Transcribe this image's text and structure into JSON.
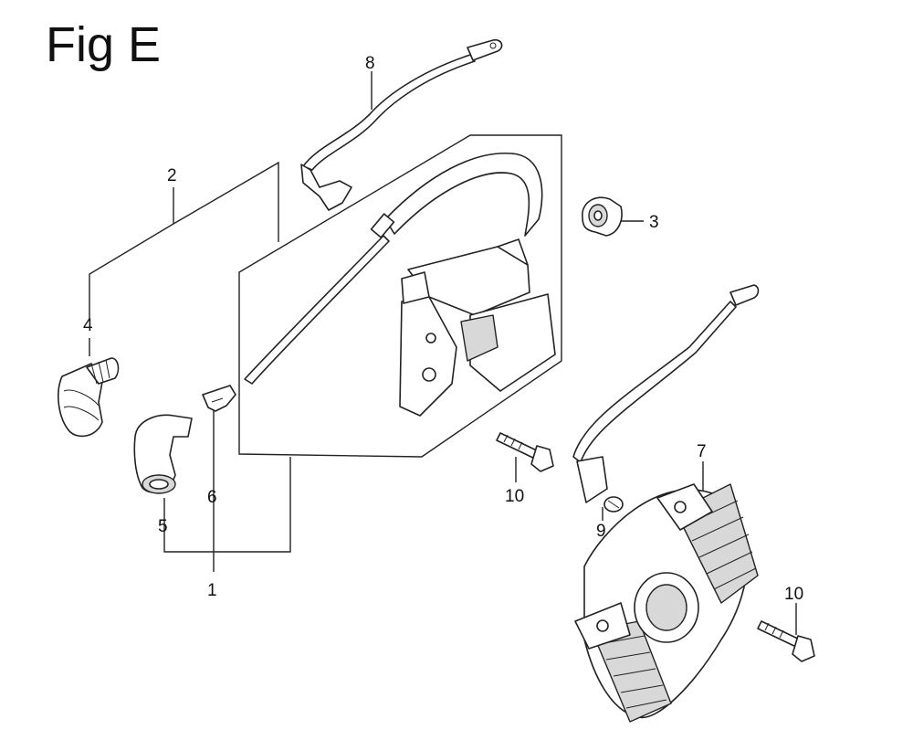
{
  "figure": {
    "title": "Fig E",
    "callouts": {
      "c1": "1",
      "c2": "2",
      "c3": "3",
      "c4": "4",
      "c5": "5",
      "c6": "6",
      "c7": "7",
      "c8": "8",
      "c9": "9",
      "c10a": "10",
      "c10b": "10"
    }
  },
  "colors": {
    "line": "#222222",
    "background": "#ffffff"
  }
}
